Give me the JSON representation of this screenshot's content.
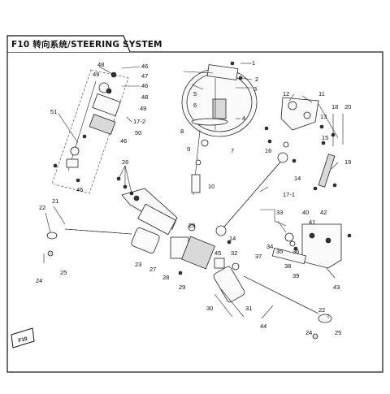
{
  "header": {
    "title": "F10 转向系统/STEERING SYSTEM"
  },
  "footer": {
    "badge_label": "F10"
  },
  "callouts": {
    "c1": "1",
    "c2": "2",
    "c3": "3",
    "c4": "4",
    "c5": "5",
    "c6": "6",
    "c7": "7",
    "c8": "8",
    "c9": "9",
    "c10": "10",
    "c11": "11",
    "c12": "12",
    "c13": "13",
    "c14": "14",
    "c15": "15",
    "c16": "16",
    "c17_1": "17-1",
    "c17_2": "17-2",
    "c18": "18",
    "c19": "19",
    "c20": "20",
    "c21": "21",
    "c22": "22",
    "c23": "23",
    "c24": "24",
    "c25": "25",
    "c26": "26",
    "c27": "27",
    "c28": "28",
    "c29": "29",
    "c30": "30",
    "c31": "31",
    "c32": "32",
    "c33": "33",
    "c34": "34",
    "c35": "35",
    "c36": "36",
    "c37": "37",
    "c38": "38",
    "c39": "39",
    "c40": "40",
    "c41": "41",
    "c42": "42",
    "c43": "43",
    "c44": "44",
    "c45": "45",
    "c46": "46",
    "c47": "47",
    "c48": "48",
    "c49": "49",
    "c50": "50",
    "c51": "51"
  }
}
